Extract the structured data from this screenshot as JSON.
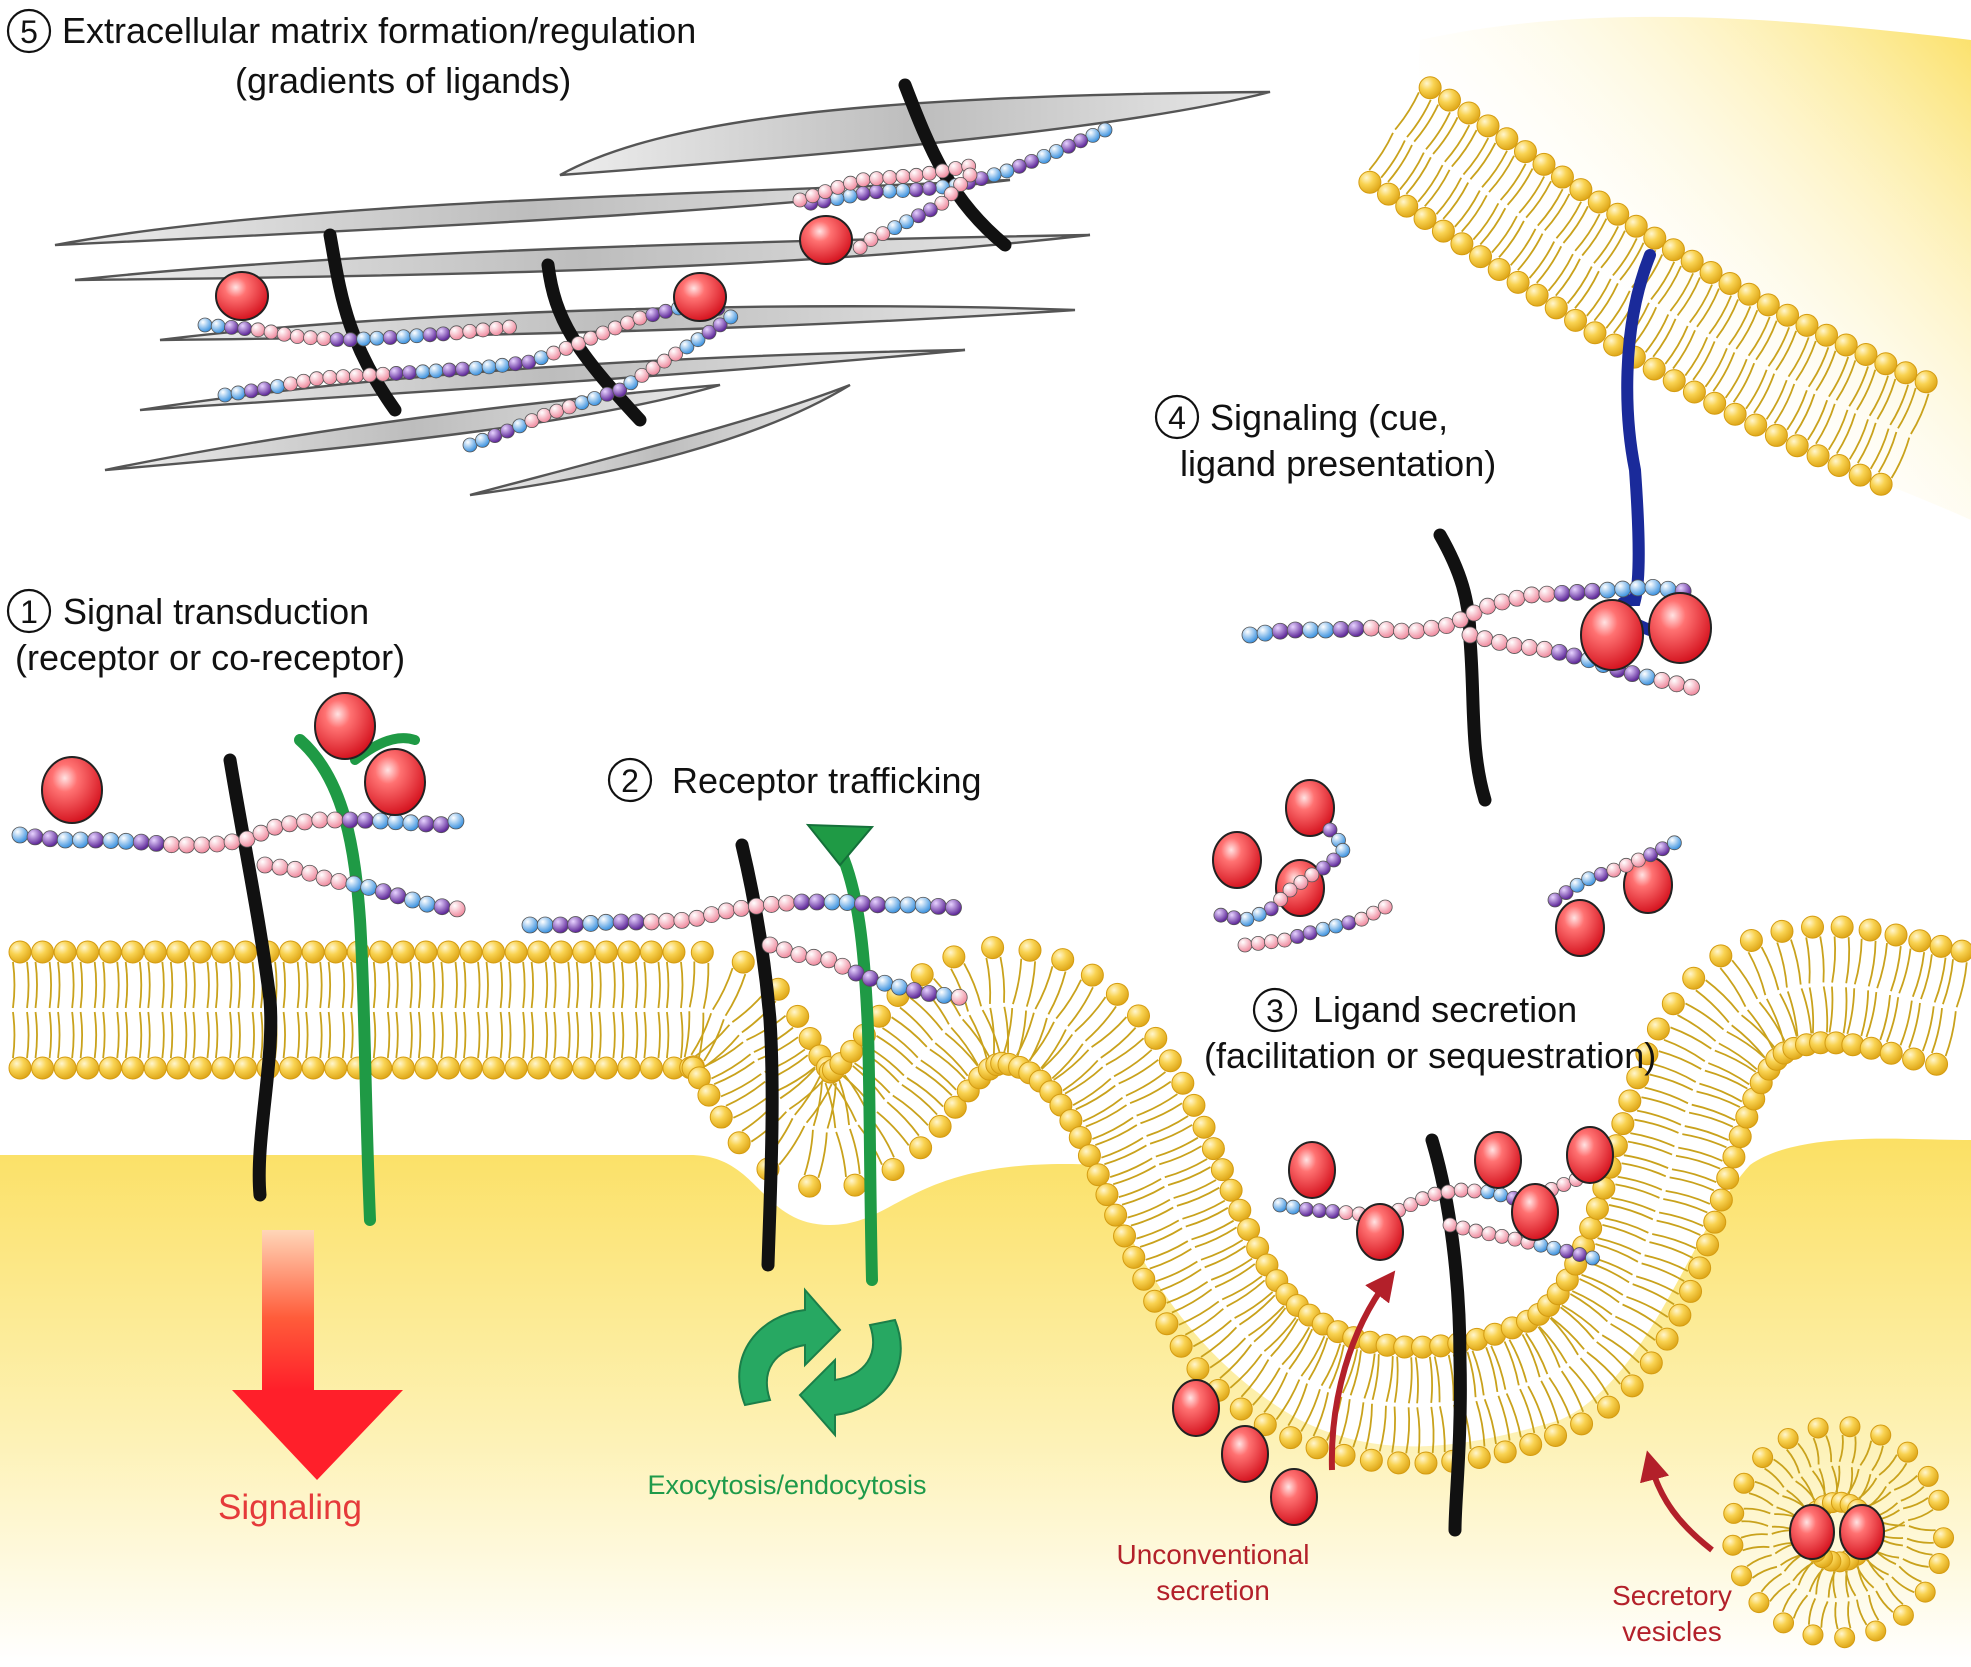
{
  "sections": {
    "ecm": {
      "number": "5",
      "line1": "Extracellular matrix formation/regulation",
      "line2": "(gradients of ligands)"
    },
    "transduction": {
      "number": "1",
      "line1": "Signal transduction",
      "line2": "(receptor or co-receptor)"
    },
    "trafficking": {
      "number": "2",
      "line1": "Receptor trafficking"
    },
    "presentation": {
      "number": "4",
      "line1": "Signaling (cue,",
      "line2": "ligand presentation)"
    },
    "secretion": {
      "number": "3",
      "line1": "Ligand secretion",
      "line2": "(facilitation or sequestration)"
    }
  },
  "captions": {
    "signaling": "Signaling",
    "exo_endo": "Exocytosis/endocytosis",
    "unconventional_1": "Unconventional",
    "unconventional_2": "secretion",
    "secretory_1": "Secretory",
    "secretory_2": "vesicles"
  },
  "colors": {
    "ligand": "#e8222e",
    "membrane_head": "#f2c02e",
    "membrane_tail": "#c9a21c",
    "cytoplasm": "#fbe57a",
    "core_protein": "#111111",
    "receptor": "#1f9a45",
    "presenting_protein": "#1a2a9a",
    "gag_pink": "#f4a3b1",
    "gag_purple": "#7b3fb1",
    "gag_blue": "#5aaef0",
    "ecm_fiber": "#c9c9c9",
    "signal_arrow": "#e82a2a",
    "recycle_arrow": "#27a862",
    "secretion_arrow": "#b3202a"
  }
}
